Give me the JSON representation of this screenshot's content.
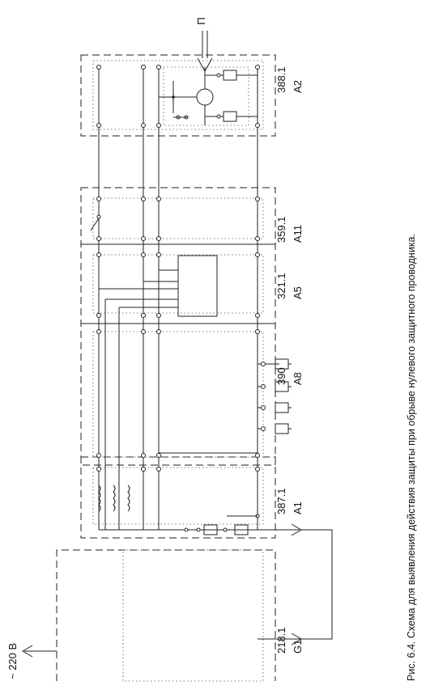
{
  "caption": "Рис. 6.4. Схема для выявления действия защиты при обрыве нулевого защитного проводника.",
  "supply_label": "~ 220 В",
  "injection_label": "П",
  "modules": [
    {
      "code": "218.1",
      "name": "G1"
    },
    {
      "code": "387.1",
      "name": "A1"
    },
    {
      "code": "390",
      "name": "A8"
    },
    {
      "code": "321.1",
      "name": "A5"
    },
    {
      "code": "359.1",
      "name": "A11"
    },
    {
      "code": "388.1",
      "name": "A2"
    }
  ]
}
